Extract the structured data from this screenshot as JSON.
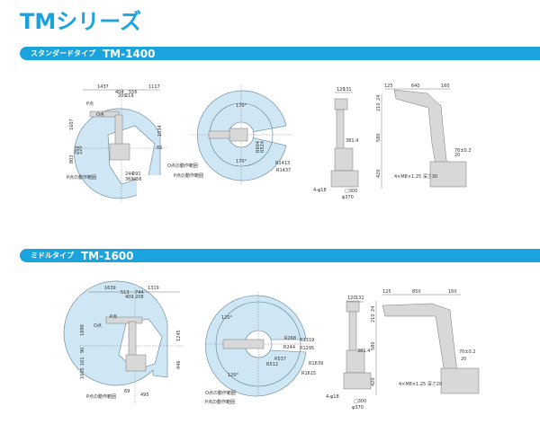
{
  "title": "TMシリーズ",
  "sections": [
    {
      "subtitle": "スタンダードタイプ",
      "model": "TM-1400",
      "top_view_labels": [
        "1437",
        "1117",
        "404",
        "556",
        "200",
        "219",
        "P点",
        "O点",
        "1607",
        "1034",
        "250",
        "220",
        "803",
        "65",
        "244",
        "291",
        "369",
        "456",
        "P点の動作範囲"
      ],
      "plan_view_labels": [
        "170°",
        "170°",
        "O点の動作範囲",
        "P点の動作範囲",
        "R1413",
        "R1437",
        "R604",
        "R524"
      ],
      "front_view_labels": [
        "120",
        "131",
        "381.4",
        "4-φ18",
        "□300",
        "φ370"
      ],
      "side_view_labels": [
        "125",
        "640",
        "160",
        "210",
        "24",
        "580",
        "420",
        "4×M8×1.25 深さ30",
        "70±0.2",
        "20"
      ]
    },
    {
      "subtitle": "ミドルタイプ",
      "model": "TM-1600",
      "top_view_labels": [
        "1639",
        "1319",
        "513",
        "744",
        "409",
        "208",
        "P点",
        "O点",
        "1899",
        "1245",
        "90",
        "161",
        "1005",
        "446",
        "69",
        "495",
        "P点の動作範囲"
      ],
      "plan_view_labels": [
        "120°",
        "120°",
        "O点の動作範囲",
        "P点の動作範囲",
        "R268",
        "R1319",
        "R244",
        "R1295",
        "R537",
        "R512",
        "R1639",
        "R1615"
      ],
      "front_view_labels": [
        "120",
        "131",
        "381.4",
        "4-φ18",
        "□300",
        "φ370"
      ],
      "side_view_labels": [
        "125",
        "850",
        "160",
        "210",
        "24",
        "580",
        "420",
        "4×M8×1.25 深さ20",
        "70±0.2",
        "20"
      ]
    }
  ],
  "colors": {
    "accent": "#1ba3dd",
    "range_fill": "#cfe7f4",
    "line": "#5d7f96",
    "robot": "#9a9a9a"
  }
}
